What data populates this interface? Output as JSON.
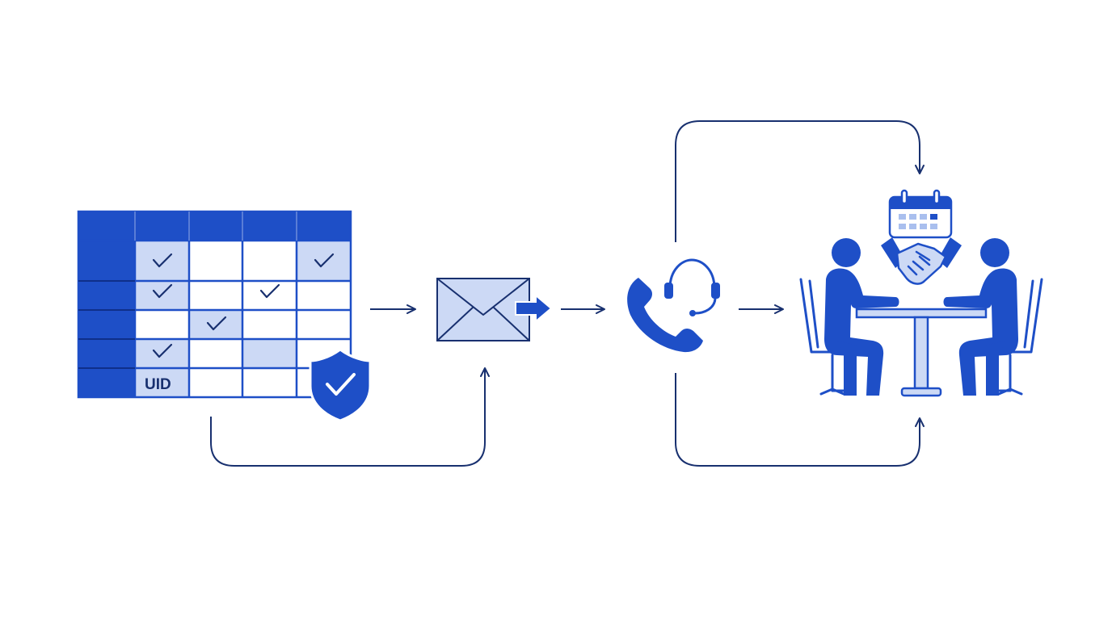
{
  "colors": {
    "primary": "#1e4fc7",
    "line": "#18306f",
    "light_fill": "#ccd9f5",
    "background": "#ffffff"
  },
  "spreadsheet": {
    "uid_label": "UID",
    "checked_cells": [
      "r1c1",
      "r1c4",
      "r2c1",
      "r2c3",
      "r3c2",
      "r4c1"
    ],
    "highlighted_cells": [
      "r1c1",
      "r1c4",
      "r2c1",
      "r3c2",
      "r4c1",
      "r4c3",
      "r5c1"
    ]
  },
  "icons": {
    "spreadsheet": "spreadsheet-icon",
    "shield": "shield-check-icon",
    "email": "email-send-icon",
    "phone": "phone-icon",
    "headset": "headset-icon",
    "calendar": "calendar-icon",
    "handshake": "handshake-icon",
    "meeting": "meeting-people-icon"
  }
}
